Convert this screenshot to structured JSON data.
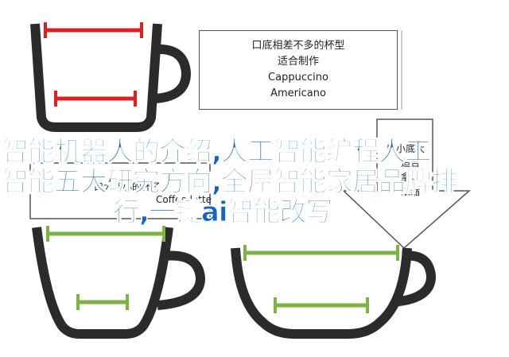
{
  "diagram": {
    "top_right_box": {
      "lines": [
        "口底相差不多的杯型",
        "适合制作",
        "Cappuccino",
        "Americano"
      ]
    },
    "middle_left_box": {
      "lines": [
        "口大底小的杯子",
        "Coffee latte"
      ]
    },
    "right_pointer_box": {
      "lines": [
        "口小底大",
        "适合",
        "拿铁",
        "浓缩"
      ]
    },
    "colors": {
      "cup_outline": "#2b2b2b",
      "red_marker": "#e02020",
      "green_marker": "#7cb342",
      "box_border": "#555555",
      "overlay_text": "#1565c0"
    }
  },
  "overlay": {
    "lines": [
      "智能机器人的介绍,人工智能编程人工",
      "智能五大研究方向,全屋智能家居品牌排",
      "行,一键ai智能改写"
    ]
  }
}
